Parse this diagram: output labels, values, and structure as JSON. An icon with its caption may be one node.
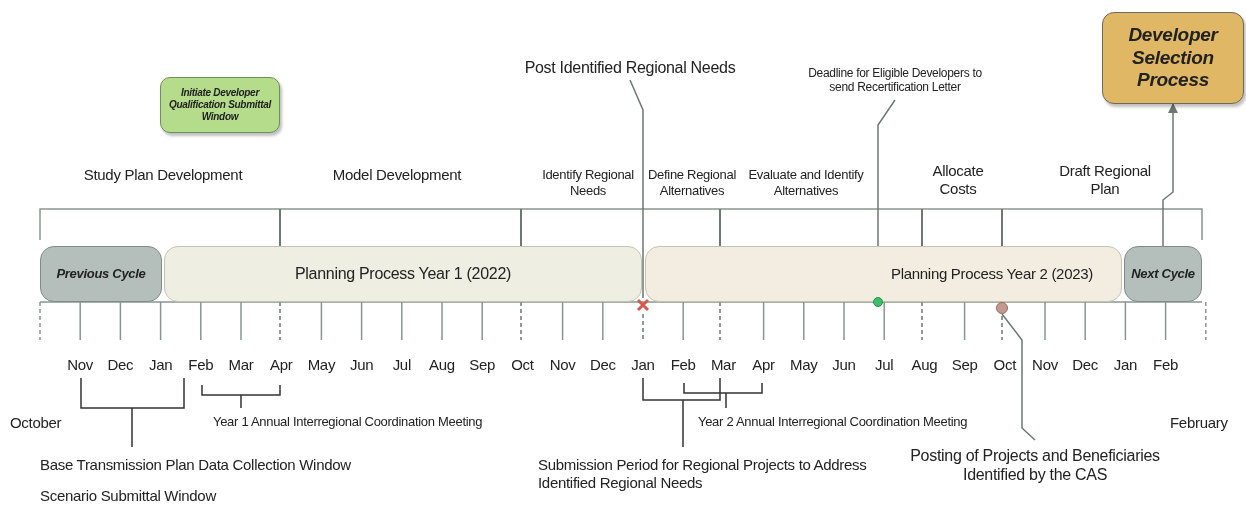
{
  "diagram": {
    "nodes": [
      {
        "text": [
          "Post Identified Regional Needs"
        ]
      },
      {
        "text": [
          "Deadline for Eligible Developers to send Recertification Letter"
        ]
      },
      {
        "text": [
          "Developer Selection Process"
        ]
      },
      {
        "text": [
          "Initiate Developer Qualification Submittal Window"
        ]
      },
      {
        "text": [
          "Previous Cycle"
        ]
      },
      {
        "text": [
          "Planning Process Year 1 (2022)"
        ]
      },
      {
        "text": [
          "Planning Process Year 2 (2023)"
        ]
      },
      {
        "text": [
          "Next Cycle"
        ]
      },
      {
        "text": [],
        "shape": "cross"
      },
      {
        "text": [],
        "shape": "circle"
      },
      {
        "text": [],
        "shape": "circle"
      },
      {
        "text": [
          "Posting of Projects and Beneficiaries Identified by the CAS"
        ]
      }
    ],
    "edges": [
      {
        "from": 0,
        "to": 8,
        "arrow": "none"
      },
      {
        "from": 1,
        "to": 9,
        "arrow": "none"
      },
      {
        "from": 11,
        "to": 10,
        "arrow": "none"
      },
      {
        "from": 7,
        "to": 2,
        "arrow": "to"
      }
    ],
    "labels": [
      "Study Plan Development",
      "Model Development",
      "Identify Regional Needs",
      "Define Regional Alternatives",
      "Evaluate and Identify Alternatives",
      "Allocate Costs",
      "Draft Regional Plan",
      "Nov",
      "Dec",
      "Jan",
      "Feb",
      "Mar",
      "Apr",
      "May",
      "Jun",
      "Jul",
      "Aug",
      "Sep",
      "Oct",
      "Nov",
      "Dec",
      "Jan",
      "Feb",
      "Mar",
      "Apr",
      "May",
      "Jun",
      "Jul",
      "Aug",
      "Sep",
      "Oct",
      "Nov",
      "Dec",
      "Jan",
      "Feb",
      "October",
      "Year 1 Annual Interregional Coordination Meeting",
      "Year 2 Annual Interregional Coordination Meeting",
      "February",
      "Base Transmission Plan Data Collection Window",
      "Submission Period for Regional Projects to Address Identified Regional Needs",
      "Scenario Submittal Window"
    ]
  }
}
